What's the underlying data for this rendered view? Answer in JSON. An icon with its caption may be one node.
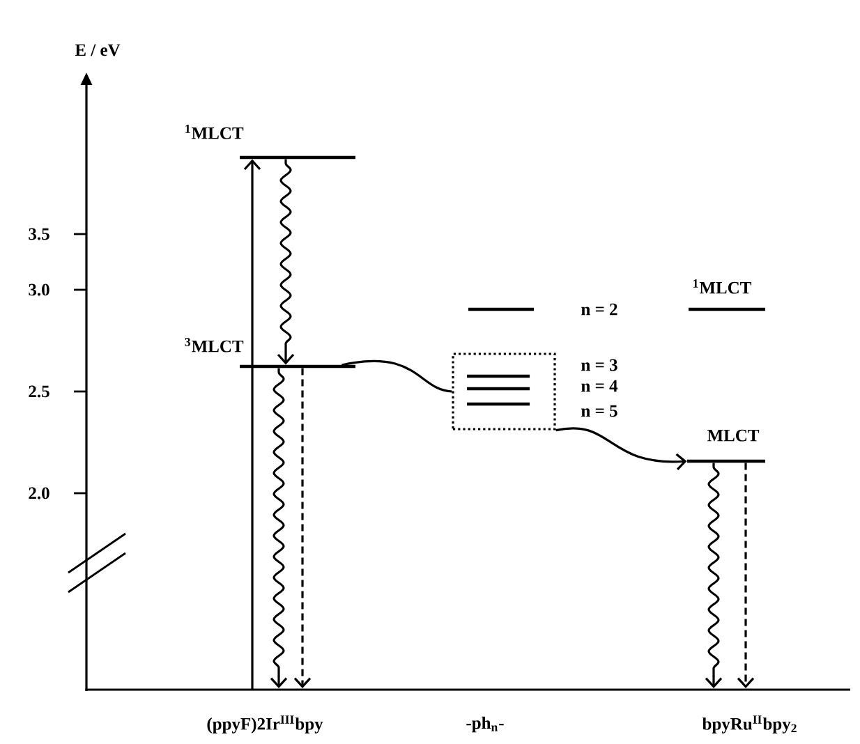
{
  "diagram": {
    "nodes": [
      {
        "text": [],
        "shape": "bar",
        "beside": [
          "$^{1}$MLCT"
        ]
      },
      {
        "text": [],
        "shape": "bar",
        "beside": [
          "$^{3}$MLCT"
        ]
      },
      {
        "text": [],
        "shape": "bar",
        "beside": [
          "n = 2"
        ]
      },
      {
        "text": [],
        "shape": "box"
      },
      {
        "text": [],
        "shape": "bar",
        "in": 3,
        "beside": [
          "n = 3"
        ]
      },
      {
        "text": [],
        "shape": "bar",
        "in": 3,
        "beside": [
          "n = 4"
        ]
      },
      {
        "text": [],
        "shape": "bar",
        "in": 3,
        "beside": [
          "n = 5"
        ]
      },
      {
        "text": [],
        "shape": "bar",
        "beside": [
          "$^{1}$MLCT"
        ]
      },
      {
        "text": [],
        "shape": "bar",
        "beside": [
          "MLCT"
        ]
      }
    ],
    "edges": [
      {
        "from": null,
        "to": 0,
        "arrow": "to"
      },
      {
        "from": 0,
        "to": 1,
        "arrow": "to"
      },
      {
        "from": 1,
        "to": null,
        "arrow": "to"
      },
      {
        "from": 1,
        "to": null,
        "arrow": "to",
        "style": "dashed"
      },
      {
        "from": 1,
        "to": 3,
        "arrow": "none"
      },
      {
        "from": 3,
        "to": 8,
        "arrow": "to"
      },
      {
        "from": 8,
        "to": null,
        "arrow": "to"
      },
      {
        "from": 8,
        "to": null,
        "arrow": "to",
        "style": "dashed"
      }
    ],
    "labels": [
      "E / eV",
      "3.5",
      "3.0",
      "2.5",
      "2.0",
      "(ppyF)2Ir$^{III}$bpy",
      "-ph$_{n}$-",
      "bpyRu$^{II}$bpy$_{2}$"
    ]
  }
}
